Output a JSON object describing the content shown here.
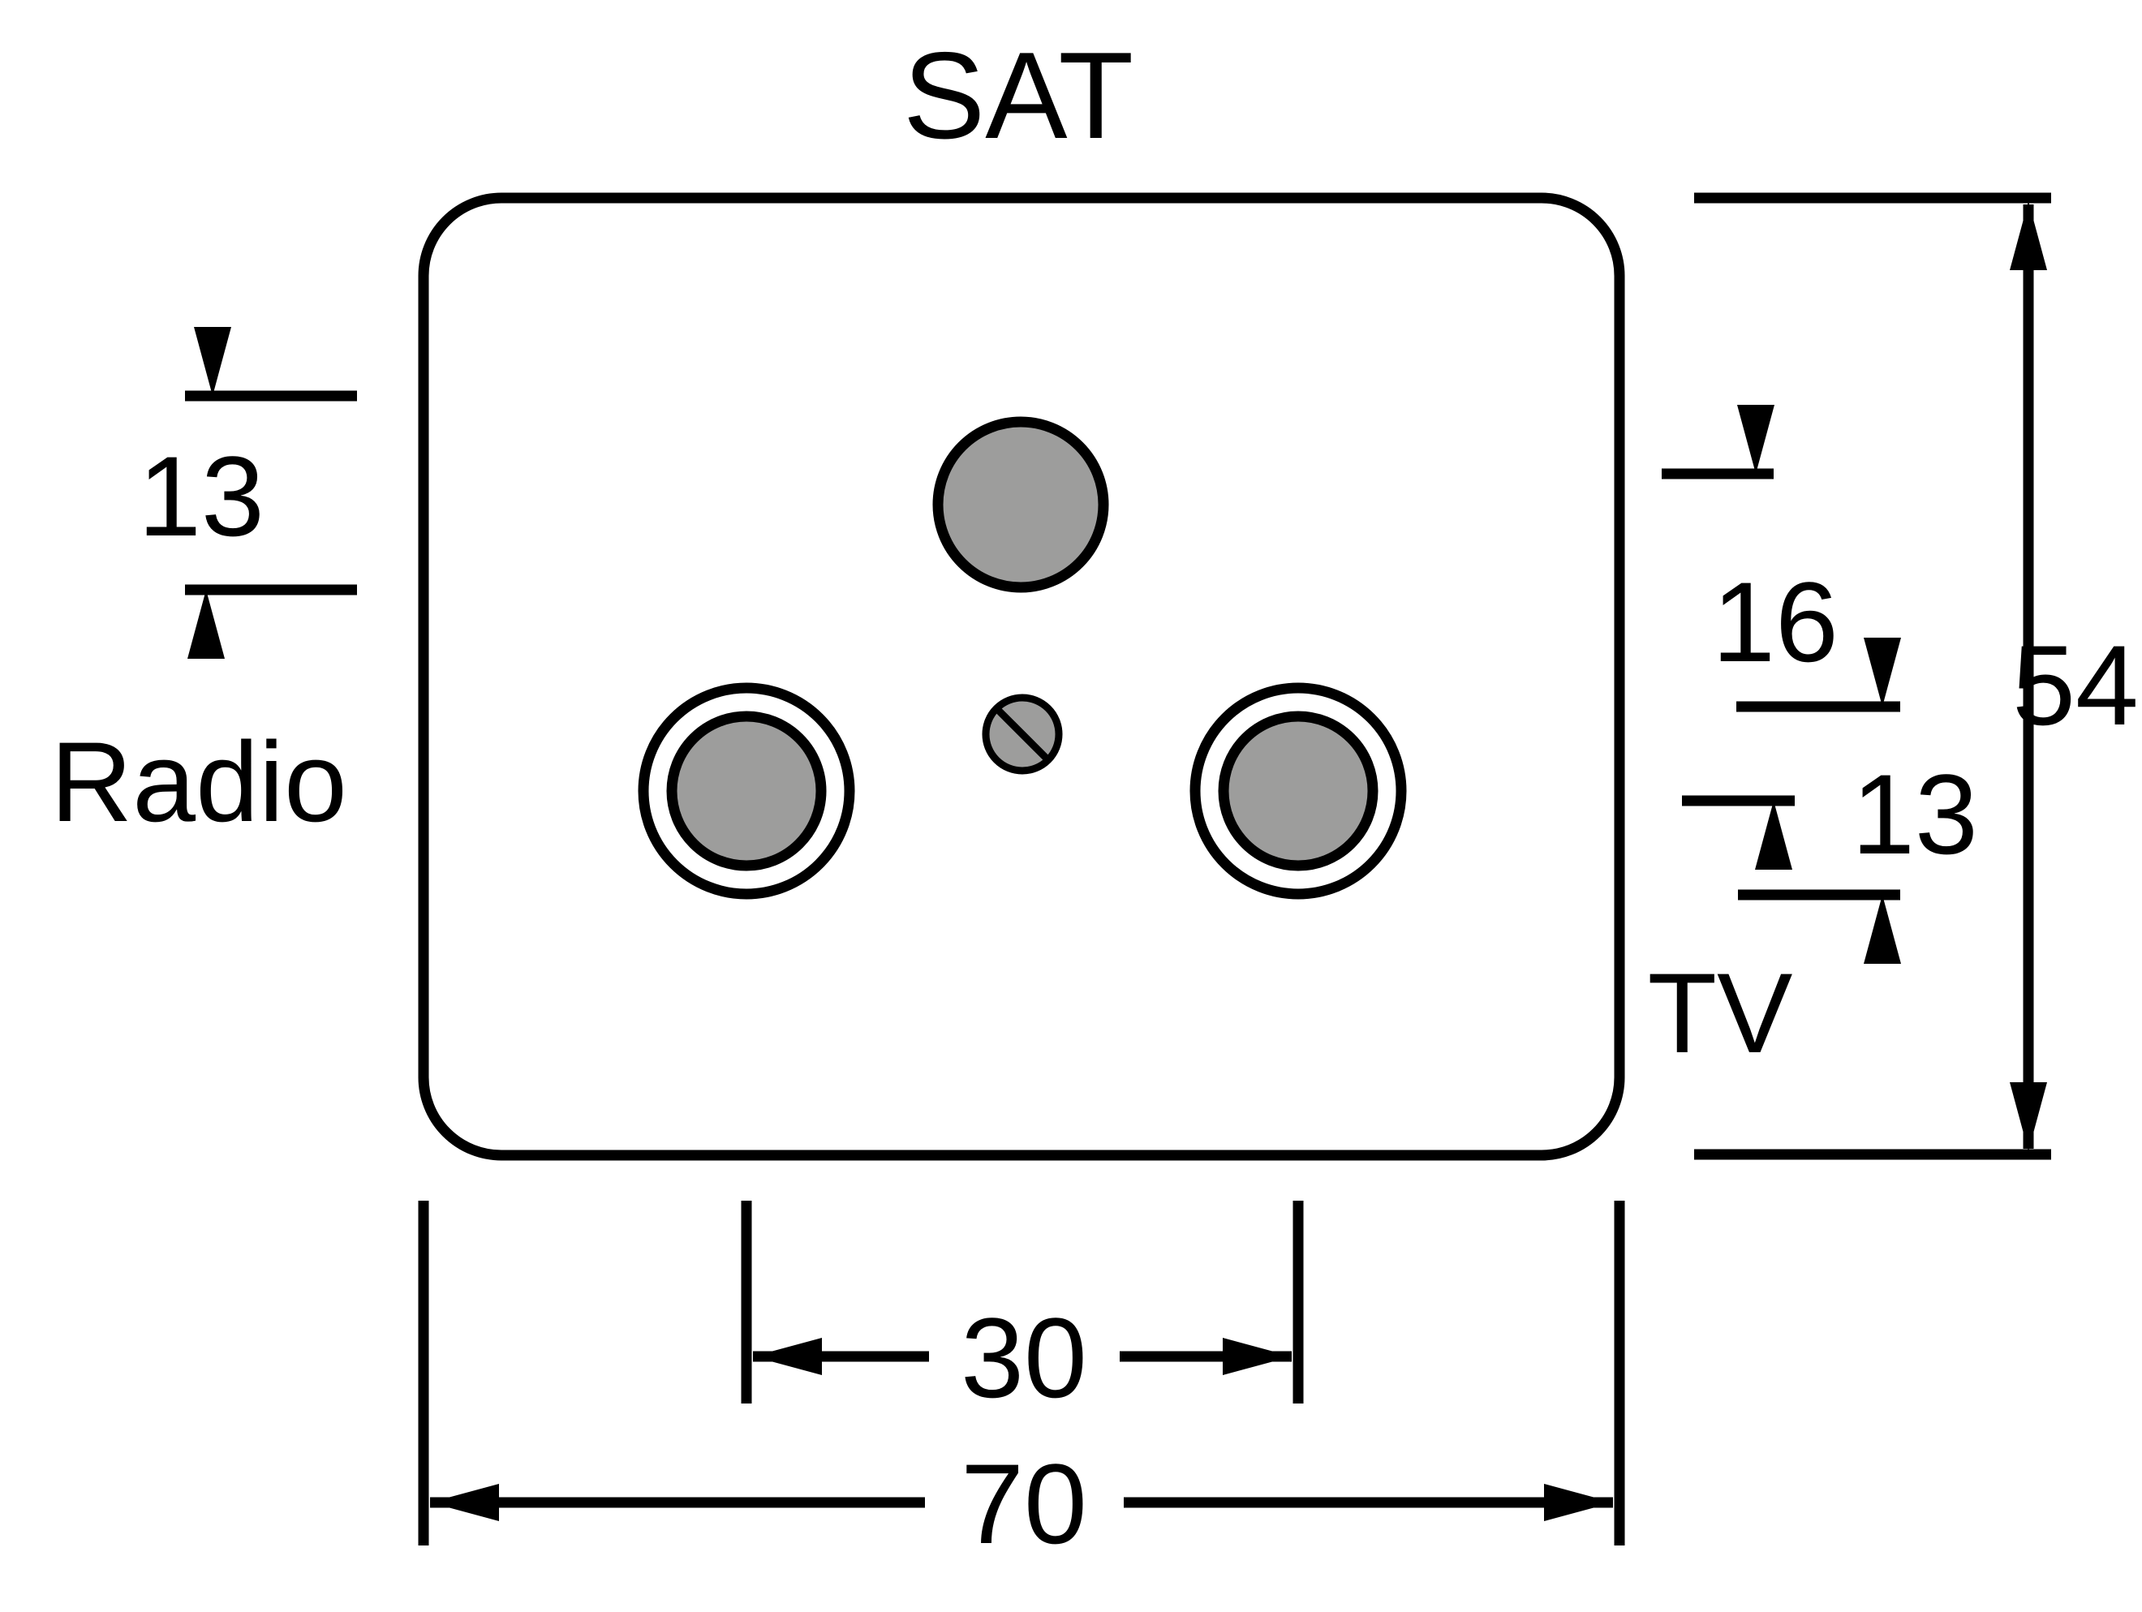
{
  "diagram": {
    "title": "SAT/Radio/TV antenna socket cover plate dimension drawing",
    "labels": {
      "sat": "SAT",
      "radio": "Radio",
      "tv": "TV"
    },
    "dimensions": {
      "left_13": "13",
      "right_16": "16",
      "right_13": "13",
      "height_54": "54",
      "hole_spacing_30": "30",
      "width_70": "70"
    },
    "colors": {
      "line": "#000000",
      "hole_fill": "#9d9d9c",
      "background": "#ffffff"
    }
  }
}
